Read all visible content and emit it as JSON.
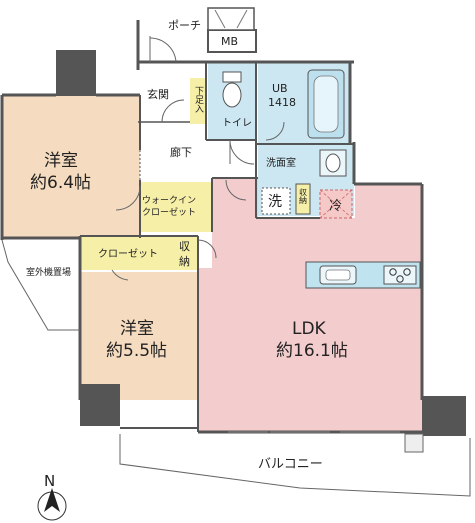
{
  "rooms": {
    "porch": "ポーチ",
    "mb": "MB",
    "ub_name": "UB",
    "ub_size": "1418",
    "entrance": "玄関",
    "shoe_storage": "下足入",
    "toilet": "トイレ",
    "corridor": "廊下",
    "washroom": "洗面室",
    "washer": "洗",
    "storage_small": "収納",
    "fridge": "冷",
    "western1_name": "洋室",
    "western1_size": "約6.4帖",
    "walkin_closet_1": "ウォークイン",
    "walkin_closet_2": "クローゼット",
    "closet": "クローゼット",
    "storage_1": "収",
    "storage_2": "納",
    "ac_unit_space": "室外機置場",
    "western2_name": "洋室",
    "western2_size": "約5.5帖",
    "ldk_name": "LDK",
    "ldk_size": "約16.1帖",
    "balcony": "バルコニー",
    "north": "N"
  },
  "colors": {
    "western_room": "#f5dcc0",
    "ldk": "#f3cccd",
    "wet_area": "#cce7f2",
    "closet": "#f6efa8",
    "corridor": "#ffffff",
    "wall": "#555555"
  }
}
